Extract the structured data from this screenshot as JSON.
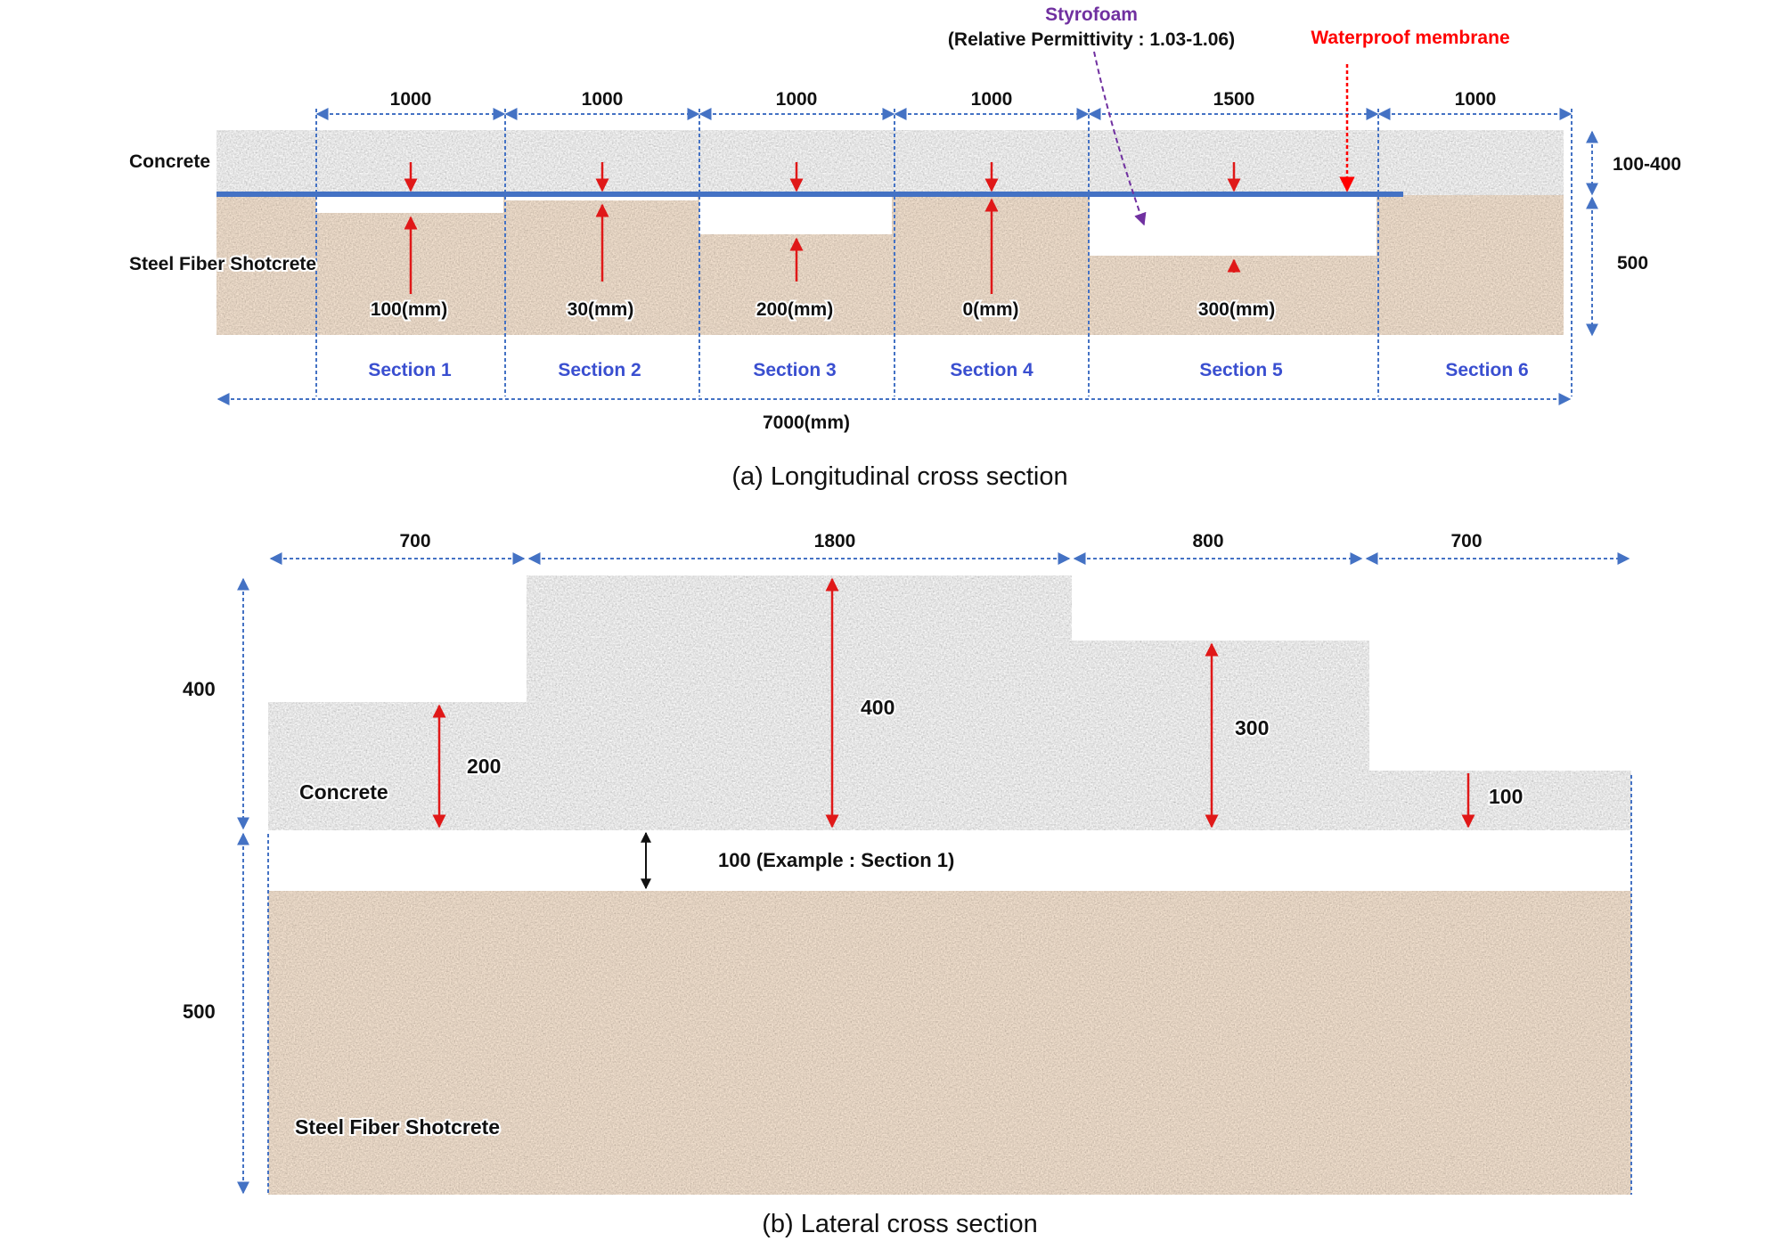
{
  "colors": {
    "dimension_blue": "#4472C4",
    "section_label_blue": "#3A4FD0",
    "thickness_arrow_red": "#E01818",
    "styrofoam_purple": "#7030A0",
    "membrane_red": "#FF0000",
    "concrete_gray": "#A9A9A9",
    "shotcrete_brown": "#8B7866",
    "text_black": "#111111"
  },
  "panel_a": {
    "caption": "(a)  Longitudinal  cross  section",
    "layer_labels": {
      "concrete": "Concrete",
      "shotcrete": "Steel Fiber  Shotcrete"
    },
    "span_dimensions": [
      "1000",
      "1000",
      "1000",
      "1000",
      "1500",
      "1000"
    ],
    "gaps": [
      "100(mm)",
      "30(mm)",
      "200(mm)",
      "0(mm)",
      "300(mm)"
    ],
    "sections": [
      "Section 1",
      "Section 2",
      "Section 3",
      "Section 4",
      "Section 5",
      "Section 6"
    ],
    "total_length": "7000(mm)",
    "height_concrete": "100-400",
    "height_shotcrete": "500",
    "styrofoam_title": "Styrofoam",
    "styrofoam_note": "(Relative Permittivity : 1.03-1.06)",
    "membrane_label": "Waterproof membrane"
  },
  "panel_b": {
    "caption": "(b)  Lateral  cross  section",
    "width_dimensions": [
      "700",
      "1800",
      "800",
      "700"
    ],
    "thickness_labels": [
      "200",
      "400",
      "300",
      "100"
    ],
    "gap_label": "100  (Example : Section 1)",
    "height_concrete": "400",
    "height_shotcrete": "500",
    "layer_labels": {
      "concrete": "Concrete",
      "shotcrete": "Steel Fiber  Shotcrete"
    }
  }
}
